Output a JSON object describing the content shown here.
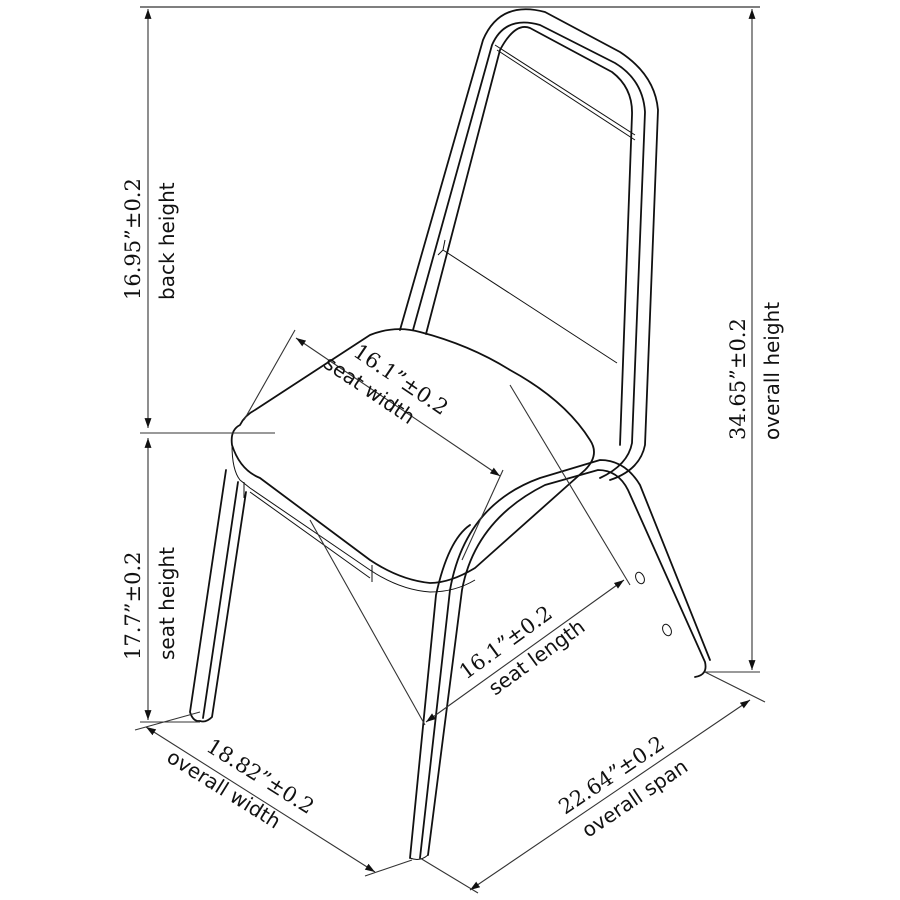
{
  "diagram": {
    "subject": "stacking chair",
    "type": "dimension drawing",
    "stroke_color": "#111111",
    "background": "#ffffff"
  },
  "dimensions": {
    "back_height": {
      "value": "16.95”±0.2",
      "label": "back height"
    },
    "seat_height": {
      "value": "17.7”±0.2",
      "label": "seat height"
    },
    "overall_height": {
      "value": "34.65”±0.2",
      "label": "overall height"
    },
    "seat_width": {
      "value": "16.1”±0.2",
      "label": "seat width"
    },
    "seat_length": {
      "value": "16.1”±0.2",
      "label": "seat length"
    },
    "overall_width": {
      "value": "18.82”±0.2",
      "label": "overall width"
    },
    "overall_span": {
      "value": "22.64”±0.2",
      "label": "overall span"
    }
  }
}
